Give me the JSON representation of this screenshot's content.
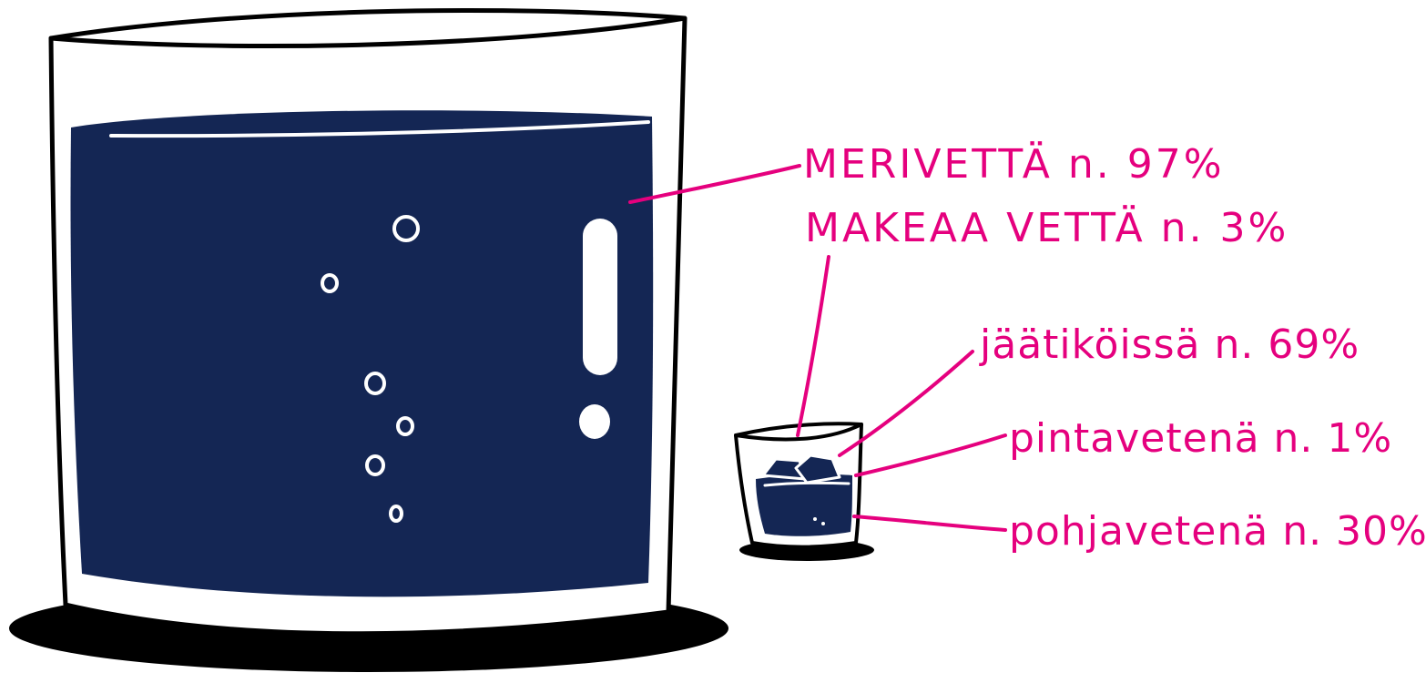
{
  "colors": {
    "water": "#142654",
    "label": "#e5007e",
    "outline": "#000000",
    "shadow": "#000000",
    "highlight": "#ffffff"
  },
  "big_glass": {
    "icons": [
      "big-glass-icon",
      "exclamation-mark-icon",
      "bubble-icon"
    ],
    "label": "MERIVETTÄ n. 97%",
    "share_percent": 97
  },
  "small_glass": {
    "icons": [
      "small-glass-icon",
      "ice-cube-icon"
    ],
    "label": "MAKEAA VETTÄ n. 3%",
    "share_percent": 3,
    "parts": [
      {
        "label": "jäätiköissä n. 69%",
        "share_percent": 69
      },
      {
        "label": "pintavetenä n. 1%",
        "share_percent": 1
      },
      {
        "label": "pohjavetenä n. 30%",
        "share_percent": 30
      }
    ]
  }
}
